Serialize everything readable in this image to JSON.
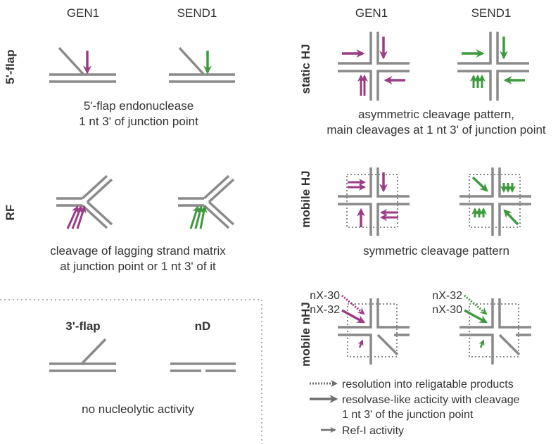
{
  "colors": {
    "gen1": "#9c3b86",
    "send1": "#3f9a3f",
    "strand": "#8a8a8a",
    "legend_arrow": "#6e6e6e",
    "text": "#333333"
  },
  "columns": {
    "left_gen1": "GEN1",
    "left_send1": "SEND1",
    "right_gen1": "GEN1",
    "right_send1": "SEND1"
  },
  "rows": {
    "flap5": {
      "label": "5'-flap",
      "desc_line1": "5'-flap endonuclease",
      "desc_line2": "1 nt 3' of junction point"
    },
    "rf": {
      "label": "RF",
      "desc_line1": "cleavage of lagging strand matrix",
      "desc_line2": "at junction point or 1 nt 3' of it"
    },
    "static_hj": {
      "label": "static HJ",
      "desc_line1": "asymmetric cleavage pattern,",
      "desc_line2": "main cleavages at 1 nt 3' of junction point"
    },
    "mobile_hj": {
      "label": "mobile HJ",
      "desc_line1": "symmetric cleavage pattern"
    },
    "mobile_nhj": {
      "label": "mobile nHJ",
      "gen1_top": "nX-30",
      "gen1_bottom": "nX-32",
      "send1_top": "nX-32",
      "send1_bottom": "nX-30"
    }
  },
  "inactive": {
    "flap3_label": "3'-flap",
    "nd_label": "nD",
    "desc": "no nucleolytic activity"
  },
  "legend": {
    "dotted": "resolution into religatable products",
    "solid_line1": "resolvase-like acticity with cleavage",
    "solid_line2": "1 nt 3' of the junction point",
    "small": "Ref-I activity"
  }
}
